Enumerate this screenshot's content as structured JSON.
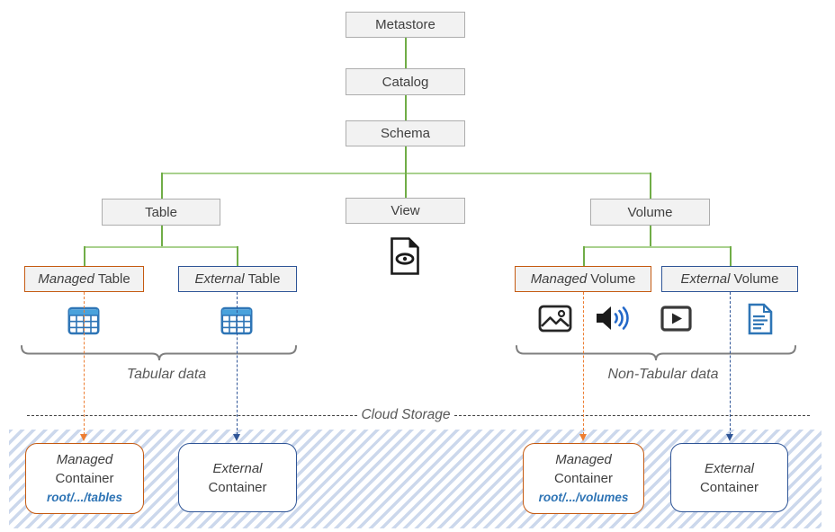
{
  "nodes": {
    "metastore": "Metastore",
    "catalog": "Catalog",
    "schema": "Schema",
    "table": "Table",
    "view": "View",
    "volume": "Volume",
    "managed_table": {
      "em": "Managed",
      "text": "Table"
    },
    "external_table": {
      "em": "External",
      "text": "Table"
    },
    "managed_volume": {
      "em": "Managed",
      "text": "Volume"
    },
    "external_volume": {
      "em": "External",
      "text": "Volume"
    }
  },
  "labels": {
    "tabular": "Tabular data",
    "non_tabular": "Non-Tabular data",
    "cloud_storage": "Cloud Storage"
  },
  "containers": [
    {
      "em": "Managed",
      "name": "Container",
      "path": "root/.../tables",
      "variant": "managed"
    },
    {
      "em": "External",
      "name": "Container",
      "variant": "external"
    },
    {
      "em": "Managed",
      "name": "Container",
      "path": "root/.../volumes",
      "variant": "managed"
    },
    {
      "em": "External",
      "name": "Container",
      "variant": "external"
    }
  ],
  "icons": {
    "view": "document-eye-icon",
    "managed_table": "table-grid-icon",
    "external_table": "table-grid-icon",
    "image": "image-icon",
    "audio": "audio-speaker-icon",
    "video": "video-play-icon",
    "document": "document-text-icon"
  },
  "colors": {
    "connector_green": "#70AD47",
    "connector_green_light": "#A9D18E",
    "managed_orange_border": "#C55A11",
    "managed_orange_arrow": "#ED7D31",
    "external_blue": "#2F5597",
    "path_text_blue": "#2E74B5",
    "table_icon_blue": "#2E75B6",
    "box_fill_gray": "#F2F2F2",
    "box_border_gray": "#ADADAD",
    "text_dark_gray": "#404040",
    "label_gray": "#595959",
    "hatch_blue": "#CCD8EC"
  }
}
